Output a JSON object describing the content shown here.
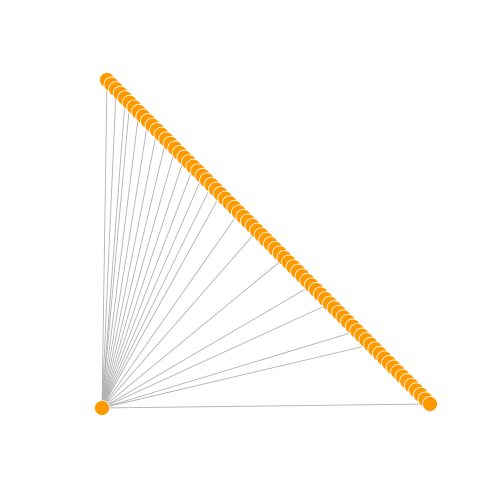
{
  "graph": {
    "type": "network",
    "node_color": "#ff9900",
    "edge_color": "#b3b3b3",
    "background": "#ffffff",
    "hub_node": {
      "id": "hub"
    },
    "chain": {
      "node_count": 72
    },
    "hub_connections": [
      0,
      2,
      4,
      5,
      7,
      9,
      11,
      13,
      15,
      17,
      19,
      21,
      23,
      25,
      29,
      33,
      39,
      45,
      49,
      55,
      58,
      71
    ]
  }
}
